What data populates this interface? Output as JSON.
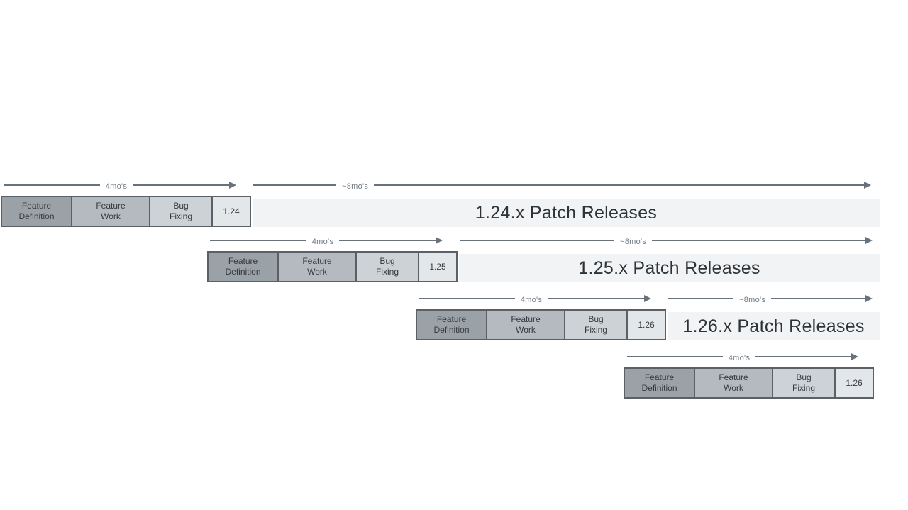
{
  "colors": {
    "bg": "#ffffff",
    "fd": "#9aa1a7",
    "fw": "#b4bac0",
    "bf": "#cdd2d6",
    "ver": "#e4e7e9",
    "patch": "#f1f3f4",
    "border": "#5a6065",
    "arrow": "#67727c",
    "duration_text": "#717b85",
    "phase_text": "#353a3f",
    "patch_text": "#2e3338"
  },
  "rows": [
    {
      "version": "1.24",
      "cycle_duration": "4mo's",
      "patch_duration": "~8mo's",
      "patch_label": "1.24.x Patch Releases",
      "phases": [
        "Feature\nDefinition",
        "Feature\nWork",
        "Bug\nFixing"
      ]
    },
    {
      "version": "1.25",
      "cycle_duration": "4mo's",
      "patch_duration": "~8mo's",
      "patch_label": "1.25.x Patch Releases",
      "phases": [
        "Feature\nDefinition",
        "Feature\nWork",
        "Bug\nFixing"
      ]
    },
    {
      "version": "1.26",
      "cycle_duration": "4mo's",
      "patch_duration": "~8mo's",
      "patch_label": "1.26.x Patch Releases",
      "phases": [
        "Feature\nDefinition",
        "Feature\nWork",
        "Bug\nFixing"
      ]
    },
    {
      "version": "1.26",
      "cycle_duration": "4mo's",
      "phases": [
        "Feature\nDefinition",
        "Feature\nWork",
        "Bug\nFixing"
      ]
    }
  ]
}
